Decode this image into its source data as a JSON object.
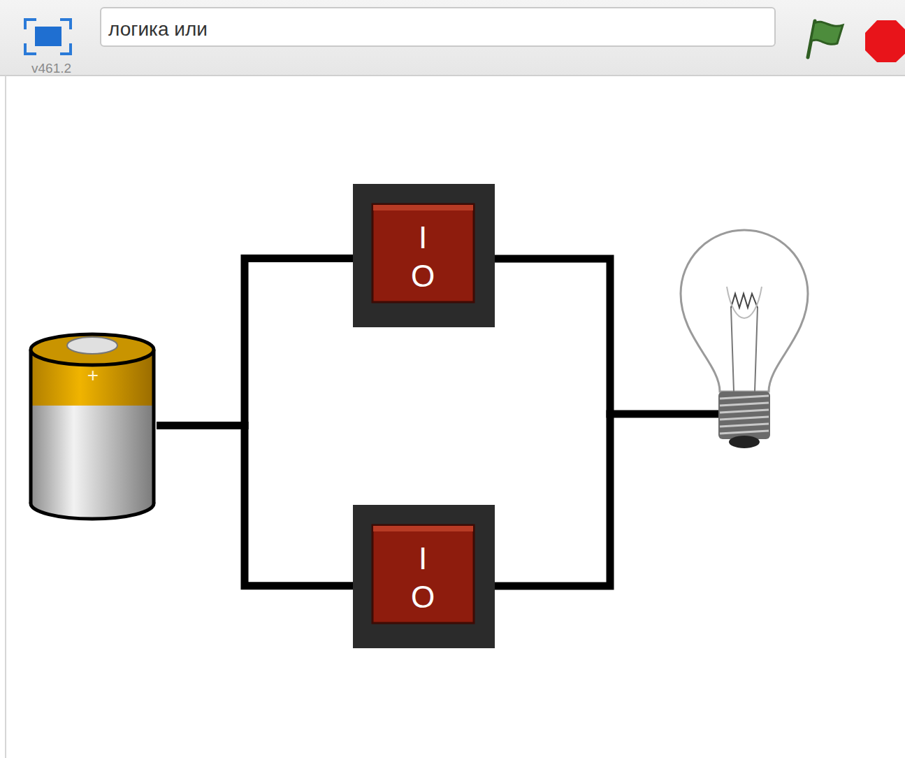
{
  "diagram": {
    "nodes": [
      {
        "text": [
          "логика или"
        ]
      },
      {
        "text": [
          "+"
        ]
      },
      {
        "text": [
          "I",
          "O"
        ]
      },
      {
        "text": [
          "I",
          "O"
        ]
      }
    ],
    "edges": [
      {
        "from": 1,
        "to": 2,
        "arrow": "none"
      },
      {
        "from": 1,
        "to": 3,
        "arrow": "none"
      }
    ],
    "labels": [
      "v461.2"
    ]
  }
}
